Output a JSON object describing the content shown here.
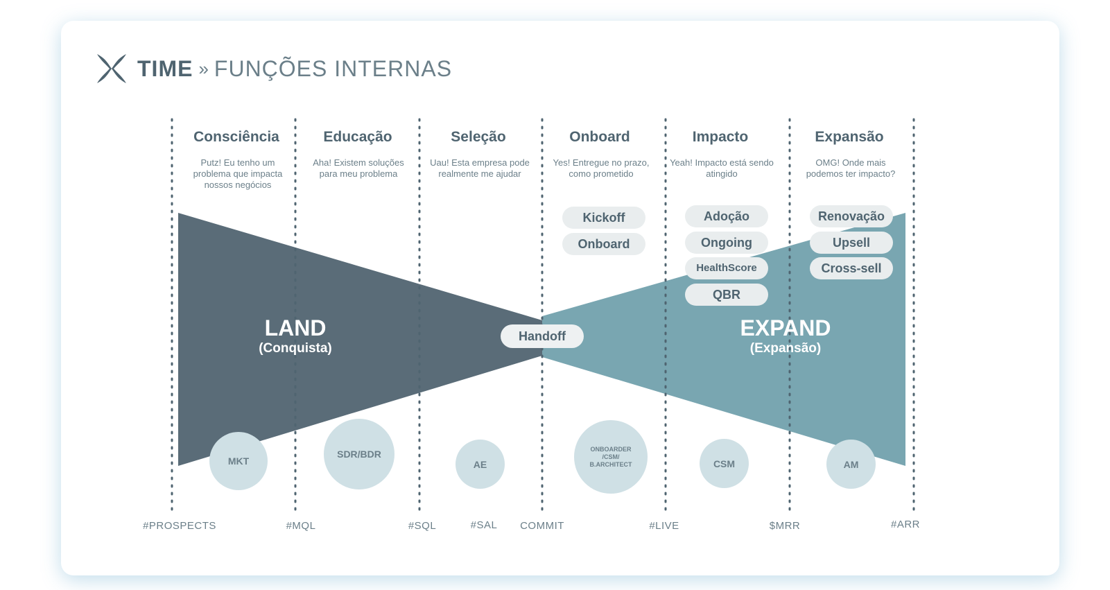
{
  "header": {
    "title_strong": "TIME",
    "title_separator": "»",
    "title_rest": "FUNÇÕES INTERNAS",
    "logo_icon": "x-logo-icon"
  },
  "stages": [
    {
      "title": "Consciência",
      "description": "Putz! Eu tenho um problema que impacta nossos negócios"
    },
    {
      "title": "Educação",
      "description": "Aha! Existem soluções para meu problema"
    },
    {
      "title": "Seleção",
      "description": "Uau! Esta empresa pode realmente me ajudar"
    },
    {
      "title": "Onboard",
      "description": "Yes! Entregue no prazo, como prometido"
    },
    {
      "title": "Impacto",
      "description": "Yeah! Impacto está sendo atingido"
    },
    {
      "title": "Expansão",
      "description": "OMG! Onde mais podemos ter impacto?"
    }
  ],
  "pills": {
    "onboard": [
      "Kickoff",
      "Onboard"
    ],
    "impacto": [
      "Adoção",
      "Ongoing",
      "HealthScore",
      "QBR"
    ],
    "expansao": [
      "Renovação",
      "Upsell",
      "Cross-sell"
    ]
  },
  "land": {
    "label": "LAND",
    "sub": "(Conquista)"
  },
  "expand": {
    "label": "EXPAND",
    "sub": "(Expansão)"
  },
  "handoff": "Handoff",
  "roles": [
    "MKT",
    "SDR/BDR",
    "AE",
    "ONBOARDER /CSM/ B.ARCHITECT",
    "CSM",
    "AM"
  ],
  "metrics": [
    "#PROSPECTS",
    "#MQL",
    "#SQL",
    "#SAL",
    "COMMIT",
    "#LIVE",
    "$MRR",
    "#ARR"
  ],
  "colors": {
    "land": "#5a6c78",
    "expand": "#79a6b1",
    "role_circle": "#cfe0e5",
    "pill": "#e9edee",
    "text_dark": "#4f6470",
    "text_muted": "#6b7f89",
    "divider": "#4f6470"
  }
}
